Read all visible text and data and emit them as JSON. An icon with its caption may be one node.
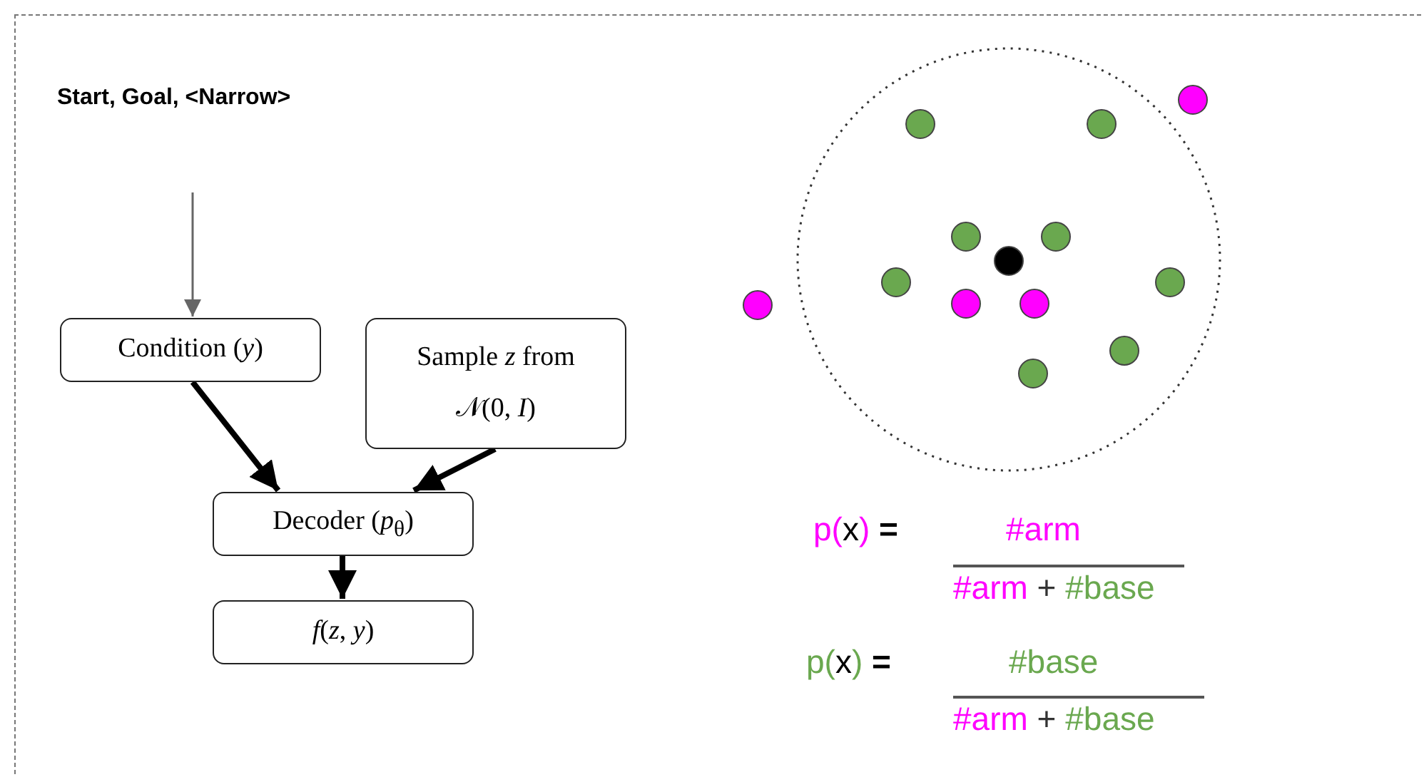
{
  "diagram": {
    "nodes": [
      {
        "text": [
          "Start, Goal, <Narrow>"
        ]
      },
      {
        "text": [
          "Condition (*y*)"
        ]
      },
      {
        "text": [
          "Sample *z* from 𝒩(0, *I*)"
        ]
      },
      {
        "text": [
          "Decoder (*p*$_{θ}$)"
        ]
      },
      {
        "text": [
          "*f*(*z*, *y*)"
        ]
      }
    ],
    "edges": [
      {
        "from": 0,
        "to": 1,
        "arrow": "to",
        "color": "#666666"
      },
      {
        "from": 1,
        "to": 3,
        "arrow": "to"
      },
      {
        "from": 2,
        "to": 3,
        "arrow": "to"
      },
      {
        "from": 3,
        "to": 4,
        "arrow": "to"
      }
    ],
    "labels": [
      "p(x) =",
      "#arm",
      "#arm + #base",
      "p(x) =",
      "#base",
      "#arm + #base"
    ]
  }
}
